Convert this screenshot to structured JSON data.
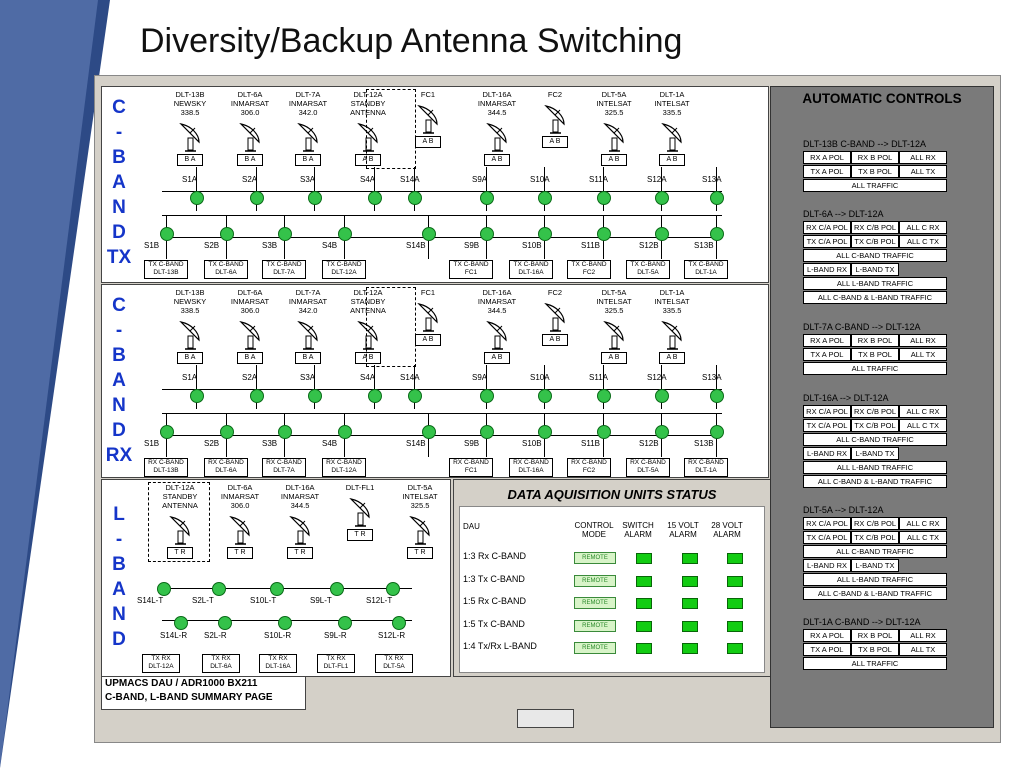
{
  "title": "Diversity/Backup Antenna Switching",
  "bands": [
    {
      "letters": [
        "C",
        "-",
        "B",
        "A",
        "N",
        "D",
        "TX"
      ]
    },
    {
      "letters": [
        "C",
        "-",
        "B",
        "A",
        "N",
        "D",
        "RX"
      ]
    },
    {
      "letters": [
        "L",
        "-",
        "B",
        "A",
        "N",
        "D"
      ]
    }
  ],
  "c_antennas": [
    {
      "l1": "DLT-13B",
      "l2": "NEWSKY",
      "l3": "338.5",
      "ab": "B A"
    },
    {
      "l1": "DLT-6A",
      "l2": "INMARSAT",
      "l3": "306.0",
      "ab": "B A"
    },
    {
      "l1": "DLT-7A",
      "l2": "INMARSAT",
      "l3": "342.0",
      "ab": "B A"
    },
    {
      "l1": "DLT-12A",
      "l2": "STANDBY",
      "l3": "ANTENNA",
      "ab": "A B"
    },
    {
      "l1": "FC1",
      "l2": "",
      "l3": "",
      "ab": "A B"
    },
    {
      "l1": "DLT-16A",
      "l2": "INMARSAT",
      "l3": "344.5",
      "ab": "A B"
    },
    {
      "l1": "FC2",
      "l2": "",
      "l3": "",
      "ab": "A B"
    },
    {
      "l1": "DLT-5A",
      "l2": "INTELSAT",
      "l3": "325.5",
      "ab": "A B"
    },
    {
      "l1": "DLT-1A",
      "l2": "INTELSAT",
      "l3": "335.5",
      "ab": "A B"
    }
  ],
  "c_top_switches": [
    "S1A",
    "S2A",
    "S3A",
    "S4A",
    "S14A",
    "S9A",
    "S10A",
    "S11A",
    "S12A",
    "S13A"
  ],
  "c_bot_switches": [
    "S1B",
    "S2B",
    "S3B",
    "S4B",
    "S14B",
    "S9B",
    "S10B",
    "S11B",
    "S12B",
    "S13B"
  ],
  "tx_boxes": [
    {
      "l1": "TX C-BAND",
      "l2": "DLT-13B"
    },
    {
      "l1": "TX C-BAND",
      "l2": "DLT-6A"
    },
    {
      "l1": "TX C-BAND",
      "l2": "DLT-7A"
    },
    {
      "l1": "TX C-BAND",
      "l2": "DLT-12A"
    },
    {
      "l1": "TX C-BAND",
      "l2": "FC1"
    },
    {
      "l1": "TX C-BAND",
      "l2": "DLT-16A"
    },
    {
      "l1": "TX C-BAND",
      "l2": "FC2"
    },
    {
      "l1": "TX C-BAND",
      "l2": "DLT-5A"
    },
    {
      "l1": "TX C-BAND",
      "l2": "DLT-1A"
    }
  ],
  "rx_boxes": [
    {
      "l1": "RX C-BAND",
      "l2": "DLT-13B"
    },
    {
      "l1": "RX C-BAND",
      "l2": "DLT-6A"
    },
    {
      "l1": "RX C-BAND",
      "l2": "DLT-7A"
    },
    {
      "l1": "RX C-BAND",
      "l2": "DLT-12A"
    },
    {
      "l1": "RX C-BAND",
      "l2": "FC1"
    },
    {
      "l1": "RX C-BAND",
      "l2": "DLT-16A"
    },
    {
      "l1": "RX C-BAND",
      "l2": "FC2"
    },
    {
      "l1": "RX C-BAND",
      "l2": "DLT-5A"
    },
    {
      "l1": "RX C-BAND",
      "l2": "DLT-1A"
    }
  ],
  "l_antennas": [
    {
      "l1": "DLT-12A",
      "l2": "STANDBY",
      "l3": "ANTENNA",
      "ab": "T R"
    },
    {
      "l1": "DLT-6A",
      "l2": "INMARSAT",
      "l3": "306.0",
      "ab": "T R"
    },
    {
      "l1": "DLT-16A",
      "l2": "INMARSAT",
      "l3": "344.5",
      "ab": "T R"
    },
    {
      "l1": "DLT-FL1",
      "l2": "",
      "l3": "",
      "ab": "T R"
    },
    {
      "l1": "DLT-5A",
      "l2": "INTELSAT",
      "l3": "325.5",
      "ab": "T R"
    }
  ],
  "l_top_switches": [
    "S14L-T",
    "S2L-T",
    "S10L-T",
    "S9L-T",
    "S12L-T"
  ],
  "l_bot_switches": [
    "S14L-R",
    "S2L-R",
    "S10L-R",
    "S9L-R",
    "S12L-R"
  ],
  "l_boxes": [
    {
      "l1": "TX RX",
      "l2": "DLT-12A"
    },
    {
      "l1": "TX RX",
      "l2": "DLT-6A"
    },
    {
      "l1": "TX RX",
      "l2": "DLT-16A"
    },
    {
      "l1": "TX RX",
      "l2": "DLT-FL1"
    },
    {
      "l1": "TX RX",
      "l2": "DLT-5A"
    }
  ],
  "dau": {
    "title": "DATA AQUISITION UNITS STATUS",
    "col_dau": "DAU",
    "col_control": "CONTROL MODE",
    "col_switch": "SWITCH ALARM",
    "col_15v": "15 VOLT ALARM",
    "col_28v": "28 VOLT ALARM",
    "rows": [
      {
        "name": "1:3 Rx C-BAND",
        "mode": "REMOTE"
      },
      {
        "name": "1:3 Tx C-BAND",
        "mode": "REMOTE"
      },
      {
        "name": "1:5 Rx C-BAND",
        "mode": "REMOTE"
      },
      {
        "name": "1:5 Tx C-BAND",
        "mode": "REMOTE"
      },
      {
        "name": "1:4 Tx/Rx L-BAND",
        "mode": "REMOTE"
      }
    ]
  },
  "summary": {
    "line1": "UPMACS DAU / ADR1000 BX211",
    "line2": "C-BAND, L-BAND SUMMARY PAGE"
  },
  "controls": {
    "title": "AUTOMATIC CONTROLS",
    "g1": {
      "title": "DLT-13B C-BAND --> DLT-12A",
      "b1": "RX A POL",
      "b2": "RX B POL",
      "b3": "ALL RX",
      "b4": "TX A POL",
      "b5": "TX B POL",
      "b6": "ALL TX",
      "b7": "ALL TRAFFIC"
    },
    "g2": {
      "title": "DLT-6A --> DLT-12A",
      "b1": "RX C/A POL",
      "b2": "RX C/B POL",
      "b3": "ALL C RX",
      "b4": "TX C/A POL",
      "b5": "TX C/B POL",
      "b6": "ALL C TX",
      "b7": "ALL C-BAND TRAFFIC",
      "b8": "L-BAND RX",
      "b9": "L-BAND TX",
      "b10": "ALL L-BAND TRAFFIC",
      "b11": "ALL C-BAND & L-BAND TRAFFIC"
    },
    "g3": {
      "title": "DLT-7A C-BAND --> DLT-12A",
      "b1": "RX A POL",
      "b2": "RX B POL",
      "b3": "ALL RX",
      "b4": "TX A POL",
      "b5": "TX B POL",
      "b6": "ALL TX",
      "b7": "ALL TRAFFIC"
    },
    "g4": {
      "title": "DLT-16A --> DLT-12A",
      "b1": "RX C/A POL",
      "b2": "RX C/B POL",
      "b3": "ALL C RX",
      "b4": "TX C/A POL",
      "b5": "TX C/B POL",
      "b6": "ALL C TX",
      "b7": "ALL C-BAND TRAFFIC",
      "b8": "L-BAND RX",
      "b9": "L-BAND TX",
      "b10": "ALL L-BAND TRAFFIC",
      "b11": "ALL C-BAND & L-BAND TRAFFIC"
    },
    "g5": {
      "title": "DLT-5A --> DLT-12A",
      "b1": "RX C/A POL",
      "b2": "RX C/B POL",
      "b3": "ALL C RX",
      "b4": "TX C/A POL",
      "b5": "TX C/B POL",
      "b6": "ALL C TX",
      "b7": "ALL C-BAND TRAFFIC",
      "b8": "L-BAND RX",
      "b9": "L-BAND TX",
      "b10": "ALL L-BAND TRAFFIC",
      "b11": "ALL C-BAND & L-BAND TRAFFIC"
    },
    "g6": {
      "title": "DLT-1A C-BAND --> DLT-12A",
      "b1": "RX A POL",
      "b2": "RX B POL",
      "b3": "ALL RX",
      "b4": "TX A POL",
      "b5": "TX B POL",
      "b6": "ALL TX",
      "b7": "ALL TRAFFIC"
    }
  },
  "colors": {
    "accent": "#1535c9",
    "switch": "#34c24a",
    "alarm": "#12cc12",
    "panel": "#7a7a7a"
  }
}
